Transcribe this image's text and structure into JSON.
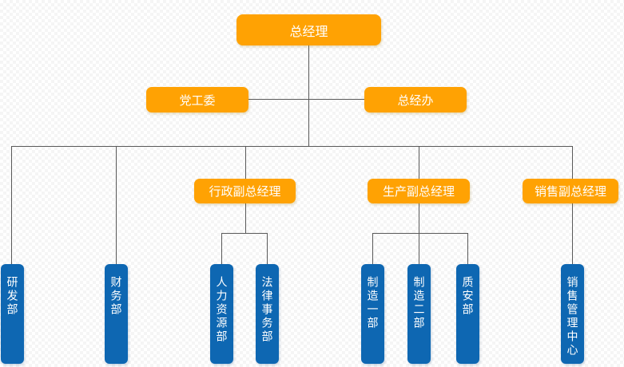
{
  "colors": {
    "manager_node_fill": "#FFA203",
    "department_node_fill": "#0E67B2",
    "connector_line": "#595959",
    "node_text": "#FFFFFF",
    "background_checker": "#F5F5F5"
  },
  "org": {
    "root": {
      "label": "总经理"
    },
    "staff": [
      {
        "label": "党工委"
      },
      {
        "label": "总经办"
      }
    ],
    "vice_managers": [
      {
        "label": "行政副总经理"
      },
      {
        "label": "生产副总经理"
      },
      {
        "label": "销售副总经理"
      }
    ],
    "departments": [
      {
        "label": "研发部"
      },
      {
        "label": "财务部"
      },
      {
        "label": "人力资源部"
      },
      {
        "label": "法律事务部"
      },
      {
        "label": "制造一部"
      },
      {
        "label": "制造二部"
      },
      {
        "label": "质安部"
      },
      {
        "label": "销售管理中心"
      }
    ]
  }
}
